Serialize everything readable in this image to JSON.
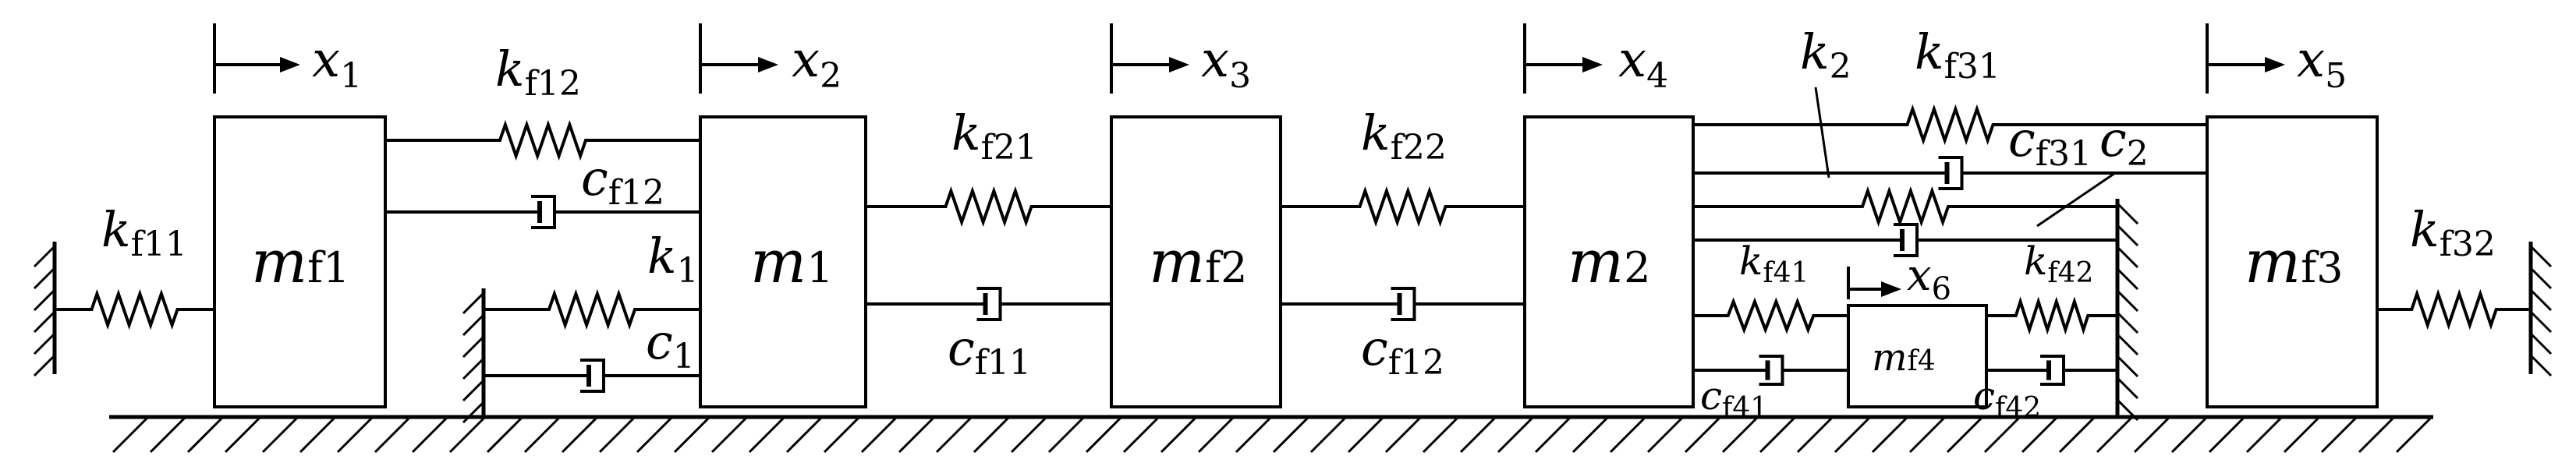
{
  "masses": {
    "mf1": {
      "base": "m",
      "sub": "f1"
    },
    "m1": {
      "base": "m",
      "sub": "1"
    },
    "mf2": {
      "base": "m",
      "sub": "f2"
    },
    "m2": {
      "base": "m",
      "sub": "2"
    },
    "mf3": {
      "base": "m",
      "sub": "f3"
    },
    "mf4": {
      "base": "m",
      "sub": "f4"
    }
  },
  "displacements": {
    "x1": {
      "base": "x",
      "sub": "1"
    },
    "x2": {
      "base": "x",
      "sub": "2"
    },
    "x3": {
      "base": "x",
      "sub": "3"
    },
    "x4": {
      "base": "x",
      "sub": "4"
    },
    "x5": {
      "base": "x",
      "sub": "5"
    },
    "x6": {
      "base": "x",
      "sub": "6"
    }
  },
  "springs": {
    "kf11": {
      "base": "k",
      "sub": "f11"
    },
    "kf12": {
      "base": "k",
      "sub": "f12"
    },
    "k1": {
      "base": "k",
      "sub": "1"
    },
    "kf21": {
      "base": "k",
      "sub": "f21"
    },
    "kf22": {
      "base": "k",
      "sub": "f22"
    },
    "kf31": {
      "base": "k",
      "sub": "f31"
    },
    "k2": {
      "base": "k",
      "sub": "2"
    },
    "kf41": {
      "base": "k",
      "sub": "f41"
    },
    "kf42": {
      "base": "k",
      "sub": "f42"
    },
    "kf32": {
      "base": "k",
      "sub": "f32"
    }
  },
  "dampers": {
    "cf12_top": {
      "base": "c",
      "sub": "f12"
    },
    "c1": {
      "base": "c",
      "sub": "1"
    },
    "cf11": {
      "base": "c",
      "sub": "f11"
    },
    "cf12_bottom": {
      "base": "c",
      "sub": "f12"
    },
    "cf31": {
      "base": "c",
      "sub": "f31"
    },
    "c2": {
      "base": "c",
      "sub": "2"
    },
    "cf41": {
      "base": "c",
      "sub": "f41"
    },
    "cf42": {
      "base": "c",
      "sub": "f42"
    }
  }
}
